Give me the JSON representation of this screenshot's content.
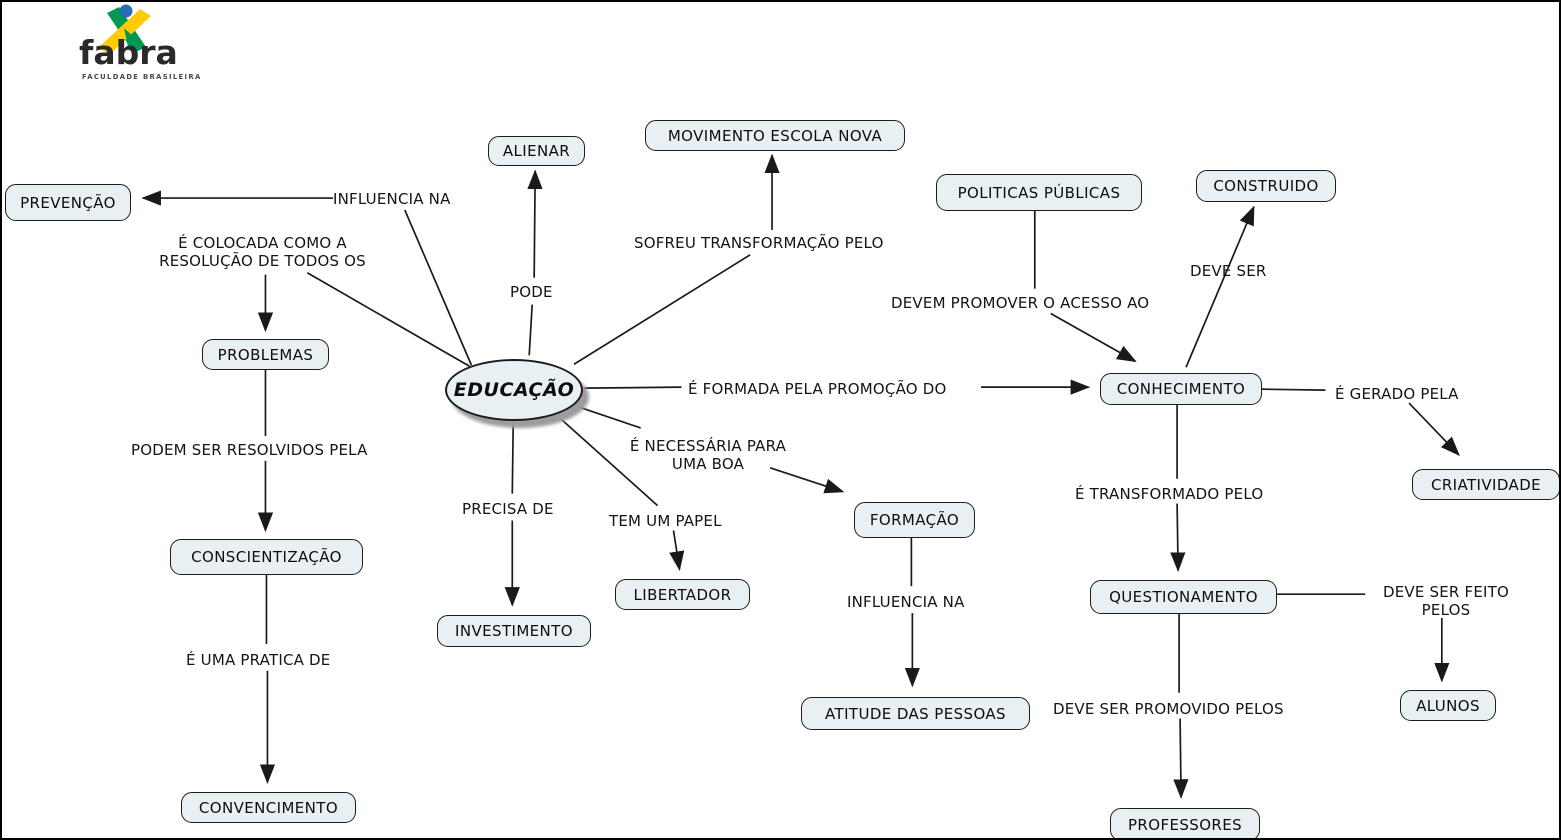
{
  "logo": {
    "brand": "fabra",
    "subtitle": "FACULDADE BRASILEIRA"
  },
  "map": {
    "root_label": "EDUCAÇÃO",
    "nodes": [
      {
        "id": "prevencao",
        "label": "PREVENÇÃO"
      },
      {
        "id": "alienar",
        "label": "ALIENAR"
      },
      {
        "id": "movimento",
        "label": "MOVIMENTO ESCOLA NOVA"
      },
      {
        "id": "politicas",
        "label": "POLITICAS PÚBLICAS"
      },
      {
        "id": "construido",
        "label": "CONSTRUIDO"
      },
      {
        "id": "problemas",
        "label": "PROBLEMAS"
      },
      {
        "id": "conhecimento",
        "label": "CONHECIMENTO"
      },
      {
        "id": "criatividade",
        "label": "CRIATIVIDADE"
      },
      {
        "id": "conscientizacao",
        "label": "CONSCIENTIZAÇÃO"
      },
      {
        "id": "formacao",
        "label": "FORMAÇÃO"
      },
      {
        "id": "questionamento",
        "label": "QUESTIONAMENTO"
      },
      {
        "id": "investimento",
        "label": "INVESTIMENTO"
      },
      {
        "id": "libertador",
        "label": "LIBERTADOR"
      },
      {
        "id": "atitude",
        "label": "ATITUDE DAS PESSOAS"
      },
      {
        "id": "alunos",
        "label": "ALUNOS"
      },
      {
        "id": "convencimento",
        "label": "CONVENCIMENTO"
      },
      {
        "id": "professores",
        "label": "PROFESSORES"
      }
    ],
    "relations": [
      {
        "from": "EDUCAÇÃO",
        "label": "INFLUENCIA NA",
        "to": "PREVENÇÃO"
      },
      {
        "from": "EDUCAÇÃO",
        "label": "É COLOCADA COMO A RESOLUÇÃO DE TODOS OS",
        "to": "PROBLEMAS"
      },
      {
        "from": "EDUCAÇÃO",
        "label": "PODE",
        "to": "ALIENAR"
      },
      {
        "from": "EDUCAÇÃO",
        "label": "SOFREU TRANSFORMAÇÃO PELO",
        "to": "MOVIMENTO ESCOLA NOVA"
      },
      {
        "from": "POLITICAS PÚBLICAS",
        "label": "DEVEM PROMOVER O ACESSO AO",
        "to": "CONHECIMENTO"
      },
      {
        "from": "CONHECIMENTO",
        "label": "DEVE SER",
        "to": "CONSTRUIDO"
      },
      {
        "from": "EDUCAÇÃO",
        "label": "É FORMADA PELA PROMOÇÃO DO",
        "to": "CONHECIMENTO"
      },
      {
        "from": "CONHECIMENTO",
        "label": "É GERADO PELA",
        "to": "CRIATIVIDADE"
      },
      {
        "from": "PROBLEMAS",
        "label": "PODEM SER RESOLVIDOS PELA",
        "to": "CONSCIENTIZAÇÃO"
      },
      {
        "from": "EDUCAÇÃO",
        "label": "É NECESSÁRIA PARA UMA BOA",
        "to": "FORMAÇÃO"
      },
      {
        "from": "EDUCAÇÃO",
        "label": "PRECISA DE",
        "to": "INVESTIMENTO"
      },
      {
        "from": "EDUCAÇÃO",
        "label": "TEM UM PAPEL",
        "to": "LIBERTADOR"
      },
      {
        "from": "CONHECIMENTO",
        "label": "É TRANSFORMADO PELO",
        "to": "QUESTIONAMENTO"
      },
      {
        "from": "CONSCIENTIZAÇÃO",
        "label": "É UMA PRATICA DE",
        "to": "CONVENCIMENTO"
      },
      {
        "from": "FORMAÇÃO",
        "label": "INFLUENCIA NA",
        "to": "ATITUDE DAS PESSOAS"
      },
      {
        "from": "QUESTIONAMENTO",
        "label": "DEVE SER FEITO PELOS",
        "to": "ALUNOS"
      },
      {
        "from": "QUESTIONAMENTO",
        "label": "DEVE SER PROMOVIDO PELOS",
        "to": "PROFESSORES"
      }
    ],
    "colors": {
      "node_fill": "#e9f0f4",
      "node_border": "#1c1c1c",
      "line": "#1a1a1a",
      "root_shadow": "#9c9c9c",
      "background": "#ffffff",
      "logo_green": "#00994f",
      "logo_yellow": "#ffcb05",
      "logo_blue": "#2a6db5"
    }
  }
}
